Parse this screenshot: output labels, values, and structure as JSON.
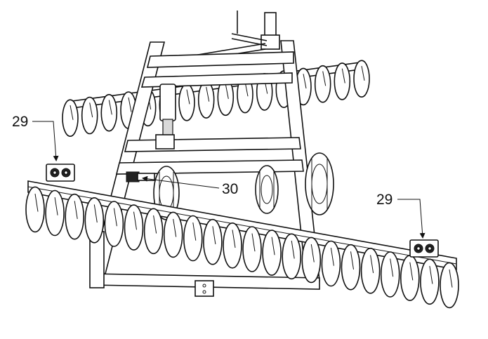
{
  "callouts": {
    "left_bracket": "29",
    "center_part": "30",
    "right_bracket": "29"
  }
}
